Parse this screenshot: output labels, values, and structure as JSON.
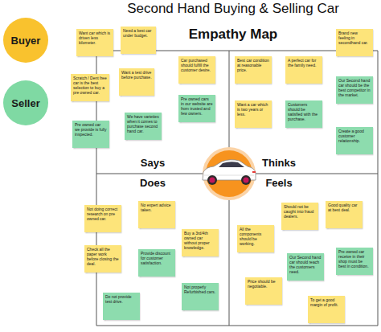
{
  "diagram": {
    "title": "Second Hand Buying & Selling Car",
    "nodes": [
      {
        "text": [
          "Want car which is driven less kilometer."
        ]
      },
      {
        "text": [
          "Need a best car under budget."
        ]
      },
      {
        "text": [
          "Scratch / Dent free car is the best selection to buy a pre owned car."
        ]
      },
      {
        "text": [
          "Want a test drive before purchase."
        ]
      },
      {
        "text": [
          "Car purchased should fulfill the customer desire."
        ]
      },
      {
        "text": [
          "Pre owned cars in our website are from trusted and few owners."
        ]
      },
      {
        "text": [
          "Pre owned car we provide is fully inspected."
        ]
      },
      {
        "text": [
          "We have varieties when it comes to purchase second hand car."
        ]
      },
      {
        "text": [
          "Brand new feeling in secondhand car."
        ]
      },
      {
        "text": [
          "Best car condition at reasonable price."
        ]
      },
      {
        "text": [
          "A perfect car for the family need."
        ]
      },
      {
        "text": [
          "Our Second hand car should be the best competitor in the market."
        ]
      },
      {
        "text": [
          "Want a car which is two years or less."
        ]
      },
      {
        "text": [
          "Customers should be satisfied with the purchase."
        ]
      },
      {
        "text": [
          "Create a good customer relationship."
        ]
      },
      {
        "text": [
          "Not doing correct research on pre owned car."
        ]
      },
      {
        "text": [
          "No expert advice taken."
        ]
      },
      {
        "text": [
          "Buy a 3rd/4th owned car without proper knowledge."
        ]
      },
      {
        "text": [
          "Check all the paper work before closing the deal."
        ]
      },
      {
        "text": [
          "Provide discount for customer satisfaction."
        ]
      },
      {
        "text": [
          "Not properly Refurbished cars."
        ]
      },
      {
        "text": [
          "Do not provide test drive."
        ]
      },
      {
        "text": [
          "Should not be caught into fraud dealers."
        ]
      },
      {
        "text": [
          "Good quality car at best deal."
        ]
      },
      {
        "text": [
          "All the components should be working."
        ]
      },
      {
        "text": [
          "Our Second hand car should reach the customers need."
        ]
      },
      {
        "text": [
          "Pre owned car receive in their shop must be best in condition."
        ]
      },
      {
        "text": [
          "Price should be negotiable."
        ]
      },
      {
        "text": [
          "To get a good margin of profit."
        ]
      }
    ],
    "labels": [
      "Empathy Map",
      "Says",
      "Thinks",
      "Does",
      "Feels"
    ],
    "legend": [
      {
        "text": "Buyer",
        "color": "#f9c22e"
      },
      {
        "text": "Seller",
        "color": "#7fd9a3"
      }
    ]
  }
}
